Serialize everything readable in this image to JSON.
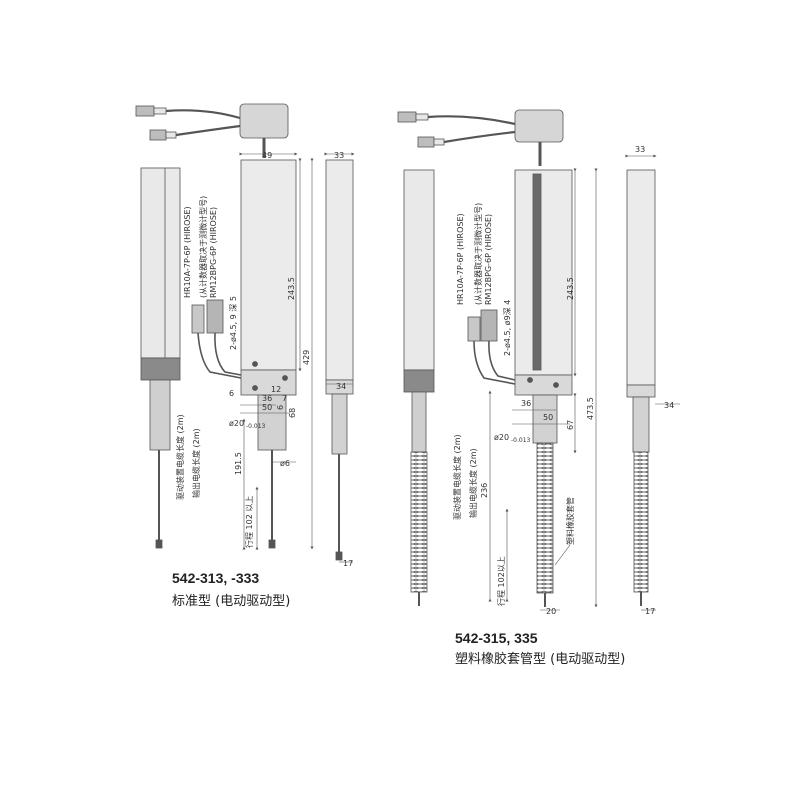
{
  "left": {
    "code": "542-313, -333",
    "name": "标准型 (电动驱动型)",
    "dims": {
      "w49": "49",
      "w33": "33",
      "h243": "243.5",
      "h429": "429",
      "d6": "6",
      "d36": "36",
      "d50": "50",
      "d7": "7",
      "d12": "12",
      "d6b": "6",
      "d34": "34",
      "d68": "68",
      "phi20": "ø20",
      "tol": "-0.013",
      "phi6": "ø6",
      "h191": "191.5",
      "d17": "17",
      "hole": "2-ø4.5, 9 深 5",
      "stroke_label": "行程 102 以上"
    },
    "conn1": "HR10A-7P-6P (HIROSE)",
    "conn2": "(从计数器取决于测微计型号)",
    "conn2b": "RM12BPG-6P (HIROSE)",
    "cable1": "驱动装置电缆长度 (2m)",
    "cable2": "输出电缆长度 (2m)"
  },
  "right": {
    "code": "542-315, 335",
    "name": "塑料橡胶套管型 (电动驱动型)",
    "dims": {
      "w33": "33",
      "h243": "243.5",
      "h473": "473.5",
      "d36": "36",
      "d50": "50",
      "d34": "34",
      "d67": "67",
      "phi20": "ø20",
      "tol": "-0.013",
      "h236": "236",
      "d20": "20",
      "d17": "17",
      "hole": "2-ø4.5, ø9深 4",
      "stroke_label": "行程 102以上"
    },
    "conn1": "HR10A-7P-6P (HIROSE)",
    "conn2": "(从计数器取决于测微计型号)",
    "conn2b": "RM12BPG-6P (HIROSE)",
    "cable1": "驱动装置电缆长度 (2m)",
    "cable2": "输出电缆长度 (2m)",
    "boot": "塑料橡胶套管"
  }
}
